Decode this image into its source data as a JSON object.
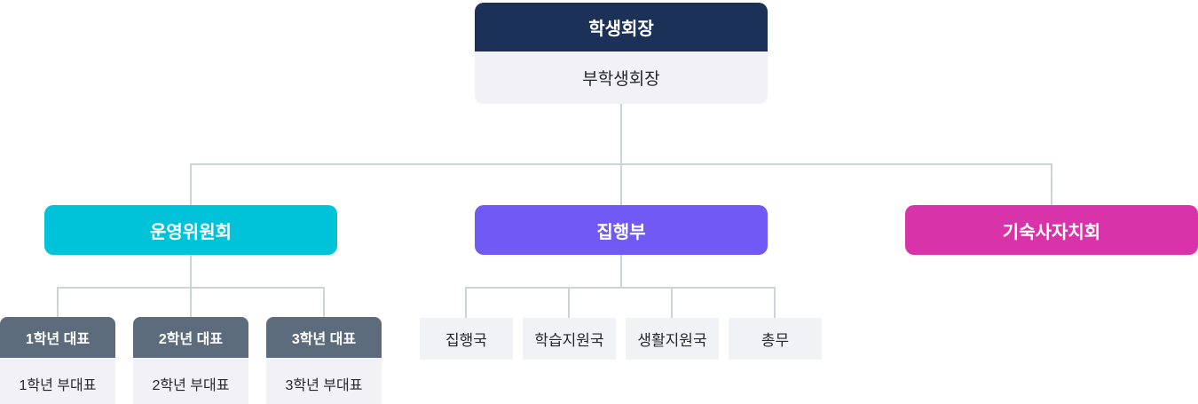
{
  "org_chart": {
    "type": "organization-chart",
    "root": {
      "title": "학생회장",
      "deputy": "부학생회장",
      "header_color": "#1b3158",
      "body_color": "#f1f1f6"
    },
    "branches": [
      {
        "id": "steering-committee",
        "label": "운영위원회",
        "color": "#00c3da"
      },
      {
        "id": "executive-department",
        "label": "집행부",
        "color": "#7159f5"
      },
      {
        "id": "dormitory-council",
        "label": "기숙사자치회",
        "color": "#d933aa"
      }
    ],
    "steering_children": [
      {
        "title": "1학년 대표",
        "deputy": "1학년 부대표"
      },
      {
        "title": "2학년 대표",
        "deputy": "2학년 부대표"
      },
      {
        "title": "3학년 대표",
        "deputy": "3학년 부대표"
      }
    ],
    "executive_children": [
      {
        "label": "집행국"
      },
      {
        "label": "학습지원국"
      },
      {
        "label": "생활지원국"
      },
      {
        "label": "총무"
      }
    ],
    "colors": {
      "grade_header": "#5c6c7d",
      "light_body": "#f1f1f6",
      "dept_box": "#f1f2f6",
      "connector_line": "#cdd3da",
      "dark_text": "#26282e",
      "light_text": "#ffffff"
    }
  }
}
